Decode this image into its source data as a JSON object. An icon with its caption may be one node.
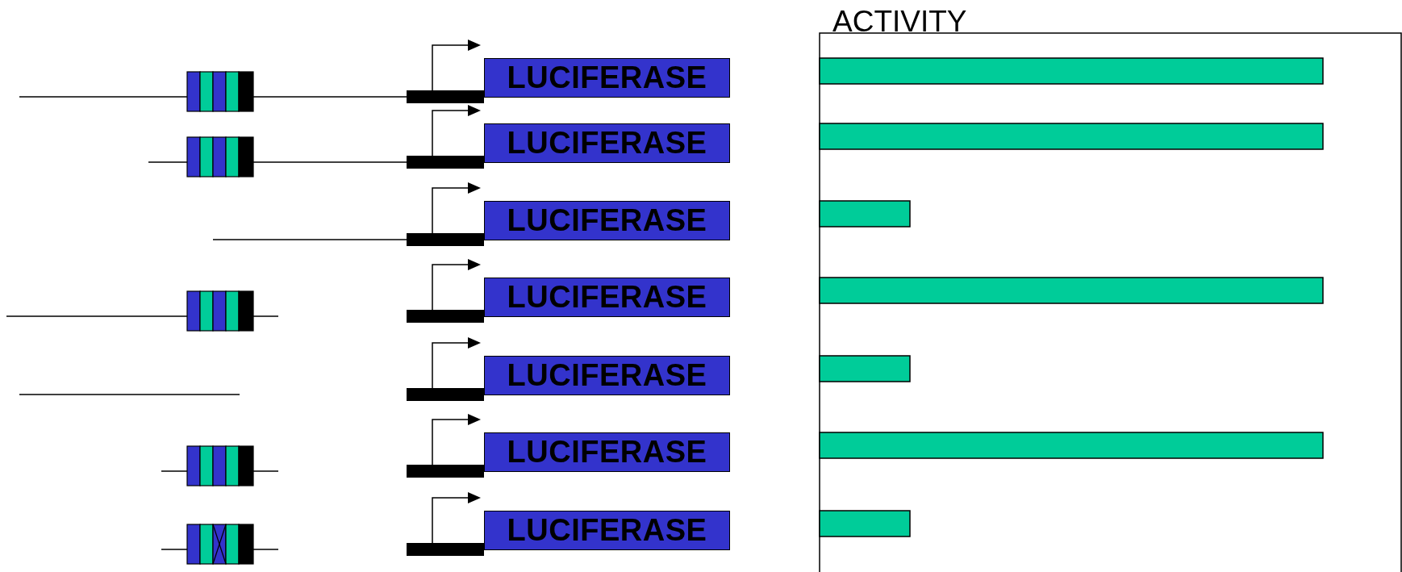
{
  "diagram": {
    "nodes": [
      {
        "text": [
          "LUCIFERASE"
        ]
      },
      {
        "text": [
          "LUCIFERASE"
        ]
      },
      {
        "text": [
          "LUCIFERASE"
        ]
      },
      {
        "text": [
          "LUCIFERASE"
        ]
      },
      {
        "text": [
          "LUCIFERASE"
        ]
      },
      {
        "text": [
          "LUCIFERASE"
        ]
      },
      {
        "text": [
          "LUCIFERASE"
        ]
      }
    ],
    "edges": [],
    "labels": [
      "ACTIVITY"
    ]
  }
}
